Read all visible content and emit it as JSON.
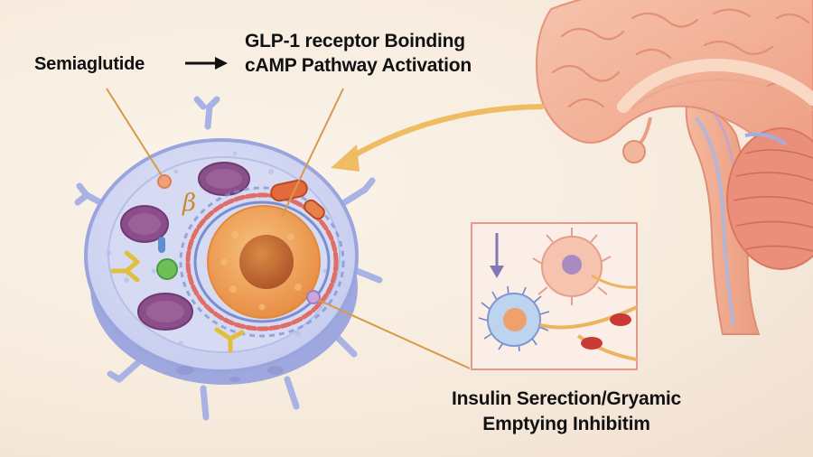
{
  "labels": {
    "drug": "Semiaglutide",
    "binding_line1": "GLP-1 receptor Boinding",
    "binding_line2": "cAMP Pathway Activation",
    "effect_line1": "Insulin Serection/Gryamic",
    "effect_line2": "Emptying Inhibitim",
    "cell_type": "β"
  },
  "colors": {
    "cell_membrane": "#aeb6e6",
    "cytoplasm": "#d7dcf3",
    "nucleus": "#f0a35e",
    "nucleolus": "#c9702e",
    "brain": "#f2b69c",
    "arrow_orange": "#efb960",
    "leader_line": "#d79a4a",
    "inset_border": "#e39a8c"
  }
}
